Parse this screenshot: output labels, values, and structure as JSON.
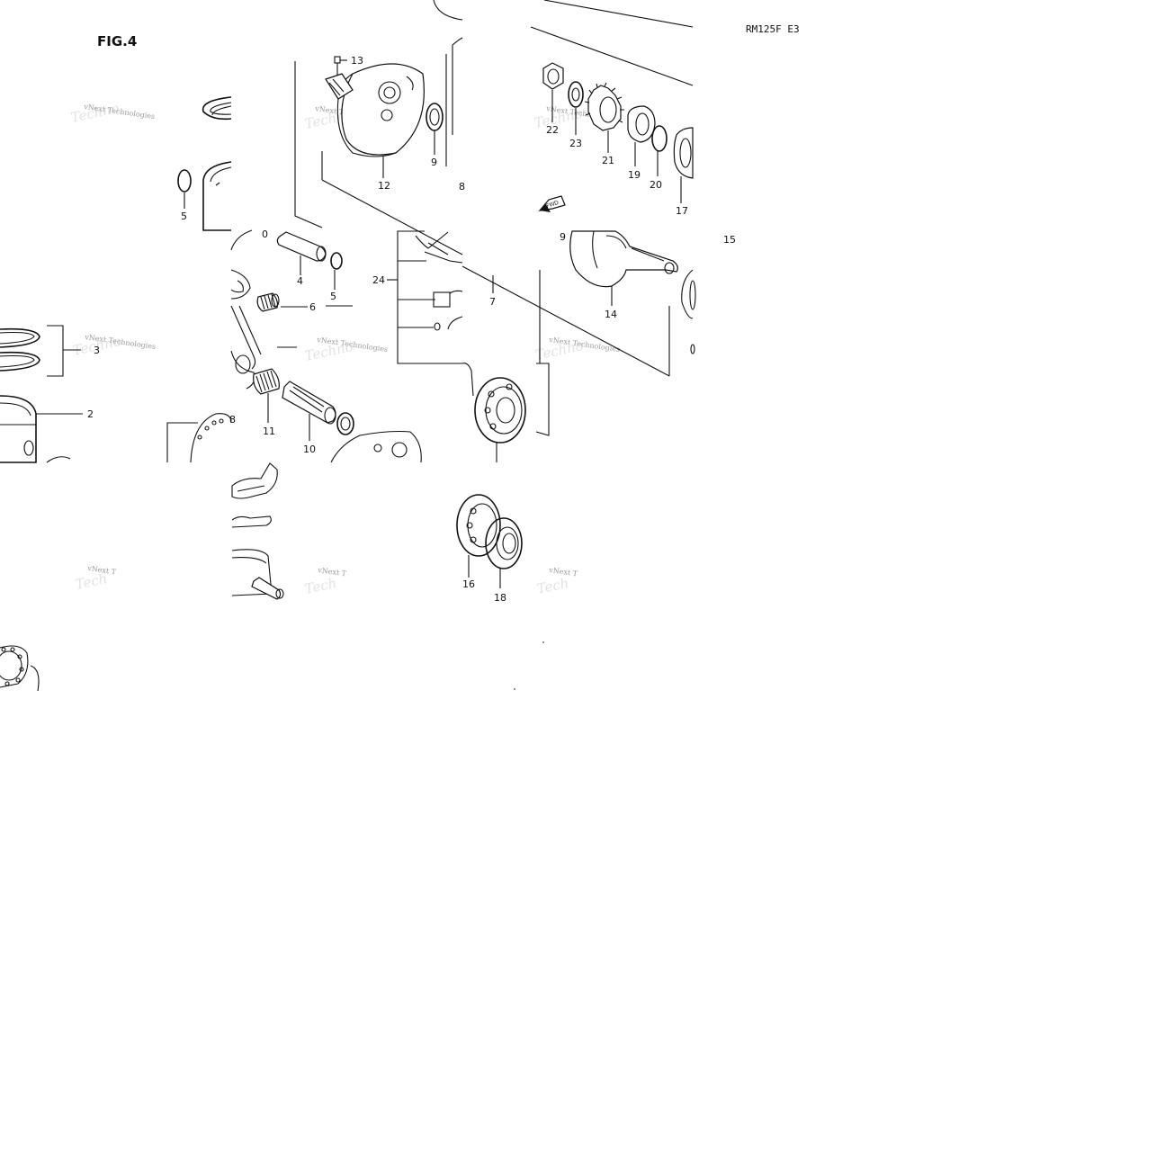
{
  "figure": {
    "label": "FIG.4",
    "model_code": "RM125F  E3"
  },
  "watermark": {
    "text": "vNext Technologies",
    "short": "vNext T"
  },
  "fwd_label": "FWD",
  "callouts": {
    "c2": "2",
    "c3": "3",
    "c4": "4",
    "c5a": "5",
    "c5b": "5",
    "c6": "6",
    "c7": "7",
    "c8a": "8",
    "c8b": "8",
    "c9a": "9",
    "c9b": "9",
    "c0": "0",
    "c10": "10",
    "c11": "11",
    "c12": "12",
    "c13": "13",
    "c14": "14",
    "c15": "15",
    "c16": "16",
    "c17": "17",
    "c18": "18",
    "c19": "19",
    "c20": "20",
    "c21": "21",
    "c22": "22",
    "c23": "23",
    "c24": "24"
  }
}
